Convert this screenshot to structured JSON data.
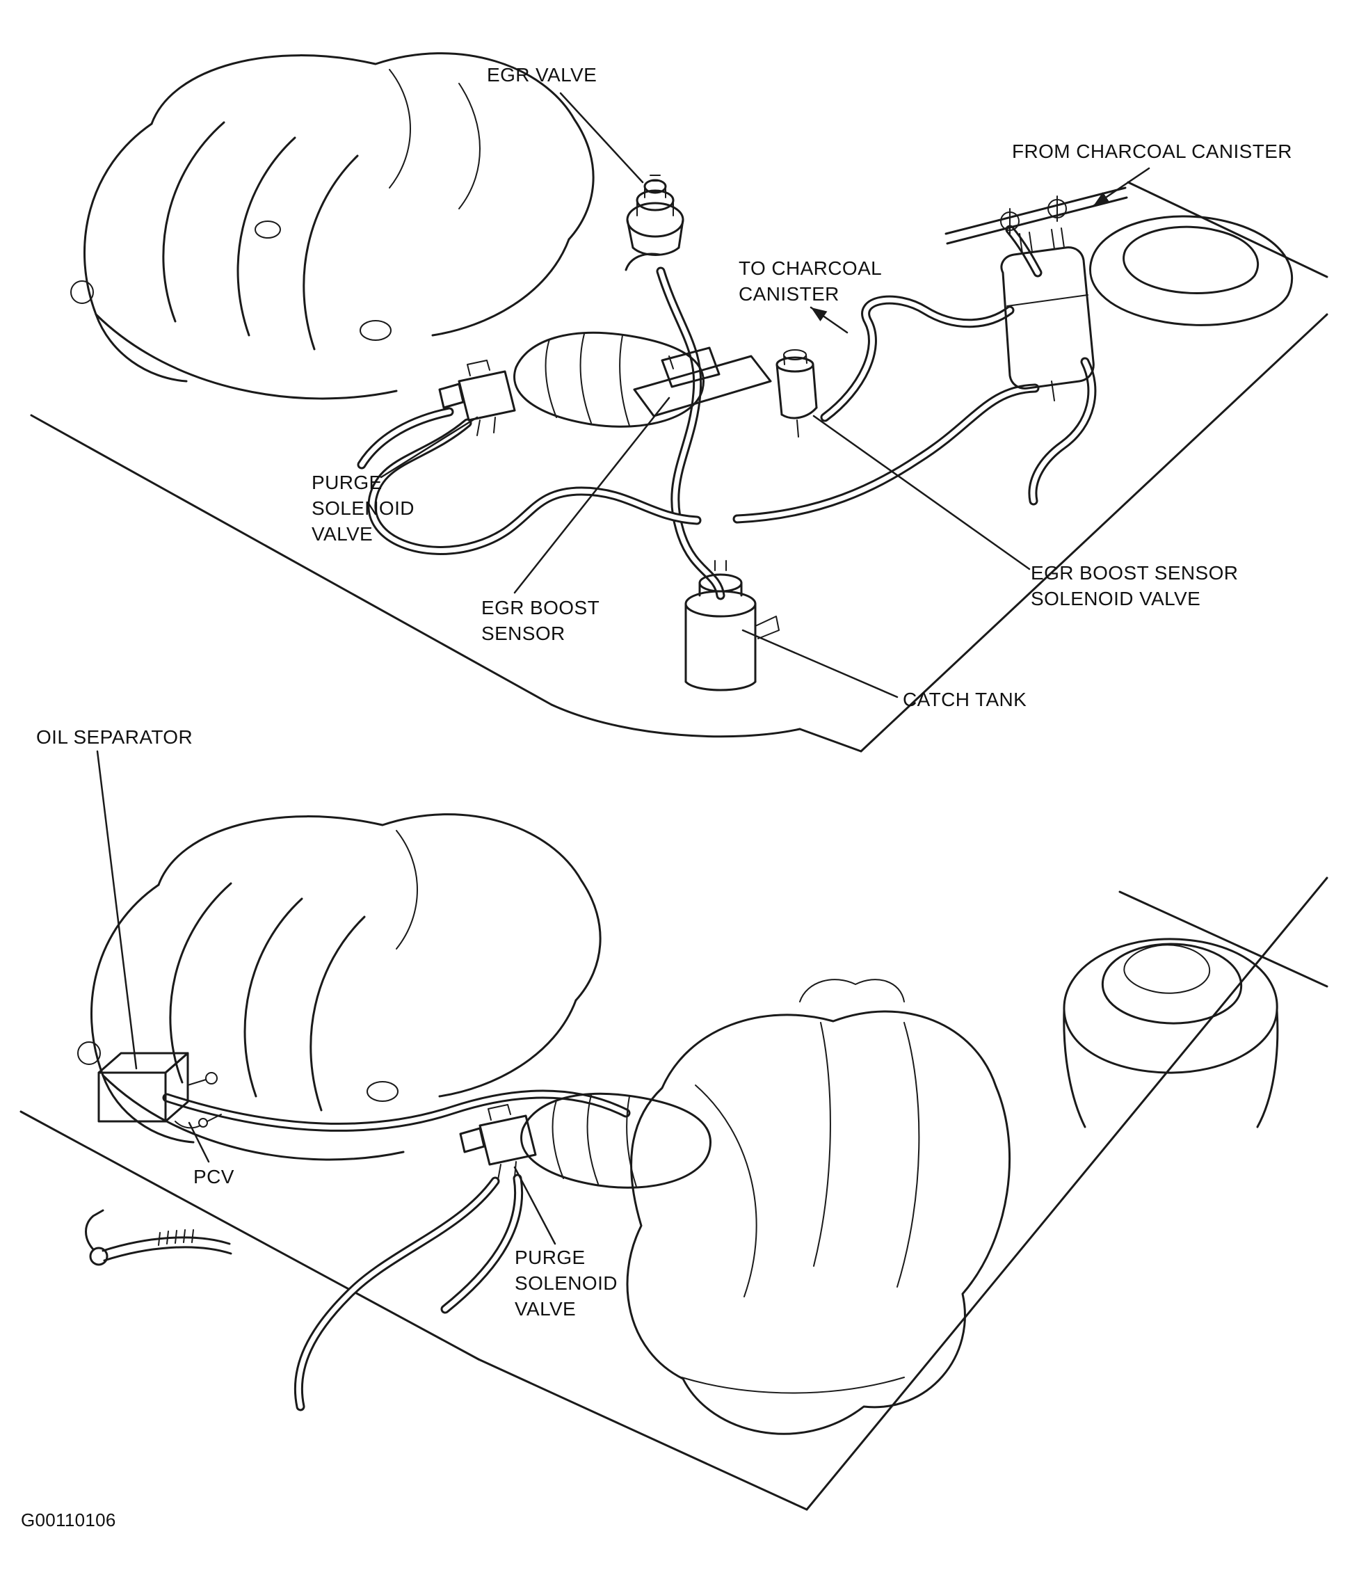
{
  "figure": {
    "code": "G00110106"
  },
  "colors": {
    "ink": "#1a1a1a",
    "paper": "#ffffff"
  },
  "top_diagram": {
    "labels": {
      "egr_valve": "EGR VALVE",
      "from_charcoal_canister": "FROM CHARCOAL CANISTER",
      "to_charcoal_canister": "TO CHARCOAL CANISTER",
      "purge_solenoid_valve": "PURGE SOLENOID VALVE",
      "egr_boost_sensor": "EGR BOOST SENSOR",
      "egr_boost_sensor_solenoid_valve": "EGR BOOST SENSOR SOLENOID VALVE",
      "catch_tank": "CATCH TANK"
    }
  },
  "bottom_diagram": {
    "labels": {
      "oil_separator": "OIL SEPARATOR",
      "pcv": "PCV",
      "purge_solenoid_valve": "PURGE SOLENOID VALVE"
    }
  }
}
